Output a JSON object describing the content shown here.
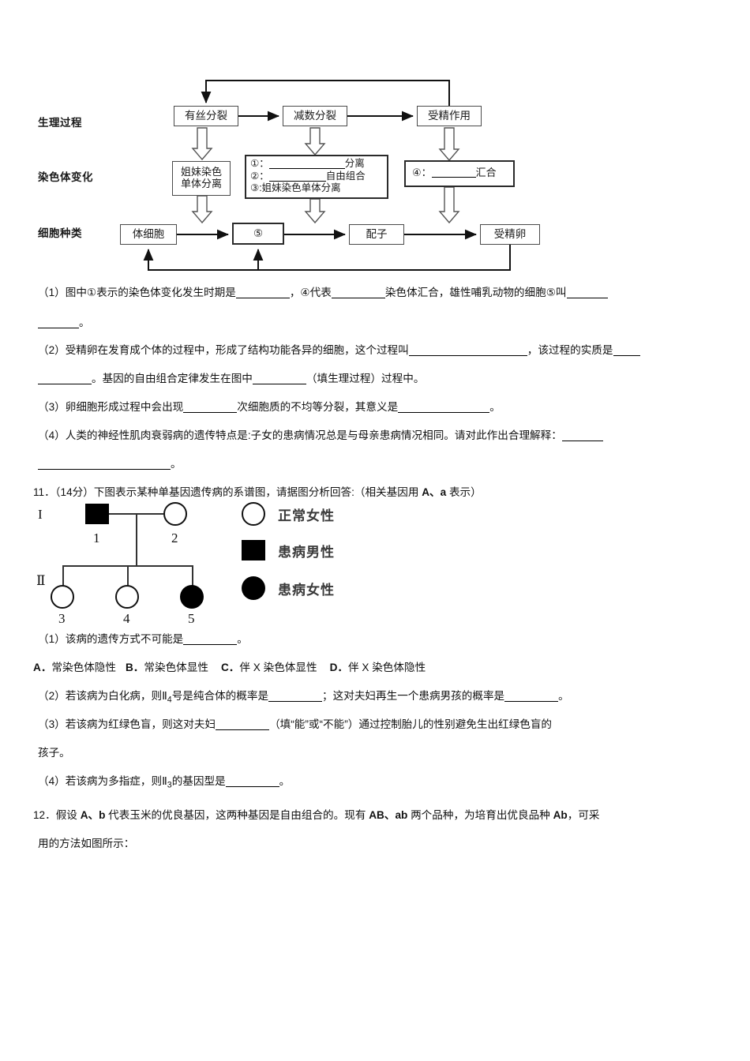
{
  "flowchart": {
    "row_labels": [
      "生理过程",
      "染色体变化",
      "细胞种类"
    ],
    "processes": [
      "有丝分裂",
      "减数分裂",
      "受精作用"
    ],
    "chromosome_changes": {
      "sister_box": [
        "姐妹染色",
        "单体分离"
      ],
      "mid_box_lines": [
        "①：",
        "分离",
        "②：",
        "自由组合",
        "③:姐妹染色单体分离"
      ],
      "mid_line1_prefix": "①：",
      "mid_line1_suffix": "分离",
      "mid_line2_prefix": "②：",
      "mid_line2_suffix": "自由组合",
      "mid_line3": "③:姐妹染色单体分离",
      "four_prefix": "④：",
      "four_suffix": "汇合"
    },
    "cell_types": [
      "体细胞",
      "⑤",
      "配子",
      "受精卵"
    ]
  },
  "q10": {
    "p1_a": "（1）图中①表示的染色体变化发生时期是",
    "p1_b": "，④代表",
    "p1_c": "染色体汇合，雄性哺乳动物的细胞⑤叫",
    "p1_d": "。",
    "p2_a": "（2）受精卵在发育成个体的过程中，形成了结构功能各异的细胞，这个过程叫",
    "p2_b": "，该过程的实质是",
    "p2_c": "。基因的自由组合定律发生在图中",
    "p2_d": "（填生理过程）过程中。",
    "p3_a": "（3）卵细胞形成过程中会出现",
    "p3_b": "次细胞质的不均等分裂，其意义是",
    "p3_c": "。",
    "p4_a": "（4）人类的神经性肌肉衰弱病的遗传特点是:子女的患病情况总是与母亲患病情况相同。请对此作出合理解释：",
    "p4_b": "。"
  },
  "q11": {
    "stem_num": "11．",
    "stem_score": "（14分）",
    "stem_text_a": "下图表示某种单基因遗传病的系谱图，请据图分析回答:（相关基因用 ",
    "stem_bold": "A、a",
    "stem_text_b": " 表示）",
    "pedigree": {
      "generations": [
        "I",
        "Ⅱ"
      ],
      "individual_numbers": [
        "1",
        "2",
        "3",
        "4",
        "5"
      ],
      "individuals": [
        {
          "id": "1",
          "gen": "I",
          "shape": "square",
          "status": "affected"
        },
        {
          "id": "2",
          "gen": "I",
          "shape": "circle",
          "status": "normal"
        },
        {
          "id": "3",
          "gen": "Ⅱ",
          "shape": "circle",
          "status": "normal"
        },
        {
          "id": "4",
          "gen": "Ⅱ",
          "shape": "circle",
          "status": "normal"
        },
        {
          "id": "5",
          "gen": "Ⅱ",
          "shape": "circle",
          "status": "affected"
        }
      ],
      "legend": [
        {
          "shape": "circle",
          "status": "normal",
          "label": "正常女性"
        },
        {
          "shape": "square",
          "status": "affected",
          "label": "患病男性"
        },
        {
          "shape": "circle",
          "status": "affected",
          "label": "患病女性"
        }
      ]
    },
    "p1_a": "（1）该病的遗传方式不可能是",
    "p1_b": "。",
    "options": [
      {
        "letter": "A．",
        "text": "常染色体隐性"
      },
      {
        "letter": "B．",
        "text": "常染色体显性"
      },
      {
        "letter": "C．",
        "text": "伴 X 染色体显性"
      },
      {
        "letter": "D．",
        "text": "伴 X 染色体隐性"
      }
    ],
    "p2_a": "（2）若该病为白化病，则Ⅱ",
    "p2_sub": "4",
    "p2_b": "号是纯合体的概率是",
    "p2_c": "；这对夫妇再生一个患病男孩的概率是",
    "p2_d": "。",
    "p3_a": "（3）若该病为红绿色盲，则这对夫妇",
    "p3_b": "（填“能”或“不能”）通过控制胎儿的性别避免生出红绿色盲的",
    "p3_c": "孩子。",
    "p4_a": "（4）若该病为多指症，则Ⅱ",
    "p4_sub": "3",
    "p4_b": "的基因型是",
    "p4_c": "。"
  },
  "q12": {
    "num": "12．",
    "t_a": "假设 ",
    "t_bold1": "A、b",
    "t_b": " 代表玉米的优良基因，这两种基因是自由组合的。现有 ",
    "t_bold2": "AB、ab",
    "t_c": " 两个品种，为培育出优良品种 ",
    "t_bold3": "Ab",
    "t_d": "，可采",
    "t_e": "用的方法如图所示："
  },
  "colors": {
    "ink": "#111111",
    "box_border": "#4a4a4a",
    "box_border_thick": "#2a2a2a",
    "line": "#333333"
  }
}
